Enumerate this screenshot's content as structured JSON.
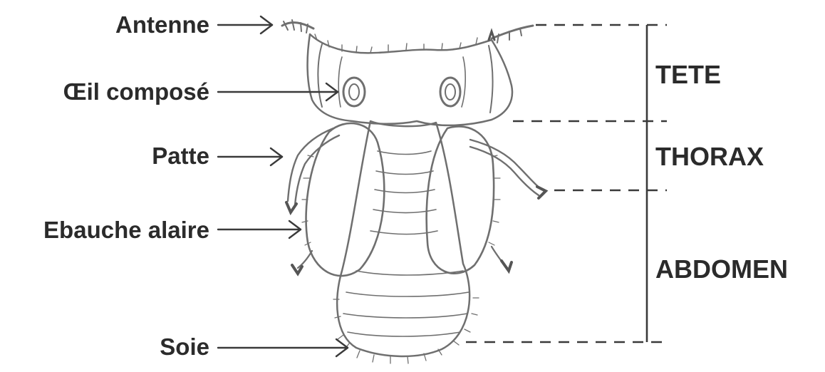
{
  "figure": {
    "labels_left": {
      "antenne": "Antenne",
      "oeil": "Œil composé",
      "patte": "Patte",
      "ebauche": "Ebauche alaire",
      "soie": "Soie"
    },
    "labels_right": {
      "tete": "TETE",
      "thorax": "THORAX",
      "abdomen": "ABDOMEN"
    }
  }
}
